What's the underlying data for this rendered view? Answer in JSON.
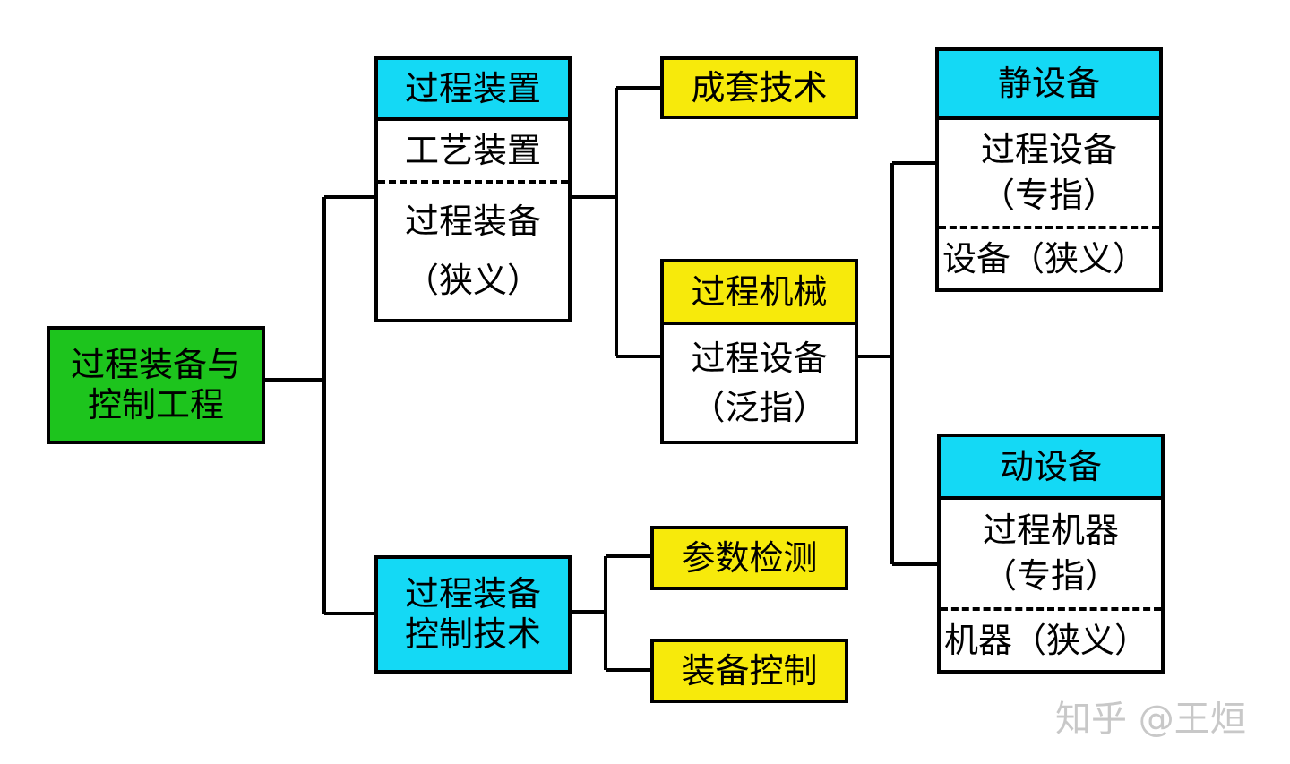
{
  "root": {
    "line1": "过程装备与",
    "line2": "控制工程"
  },
  "process_unit": {
    "title": "过程装置",
    "sub1": "工艺装置",
    "sub2_line1": "过程装备",
    "sub2_line2": "（狭义）"
  },
  "control_tech": {
    "line1": "过程装备",
    "line2": "控制技术"
  },
  "complete_tech": "成套技术",
  "process_machinery": {
    "title": "过程机械",
    "line1": "过程设备",
    "line2": "（泛指）"
  },
  "param_detection": "参数检测",
  "equipment_control": "装备控制",
  "static_equipment": {
    "title": "静设备",
    "line1": "过程设备",
    "line2": "（专指）",
    "line3": "设备（狭义）"
  },
  "dynamic_equipment": {
    "title": "动设备",
    "line1": "过程机器",
    "line2": "（专指）",
    "line3": "机器（狭义）"
  },
  "watermark": "知乎 @王烜",
  "colors": {
    "root_fill": "#1dc41d",
    "level1_fill": "#14d9f5",
    "yellow_fill": "#f7ea0b",
    "cyan_fill": "#14d9f5",
    "line": "#000000"
  }
}
